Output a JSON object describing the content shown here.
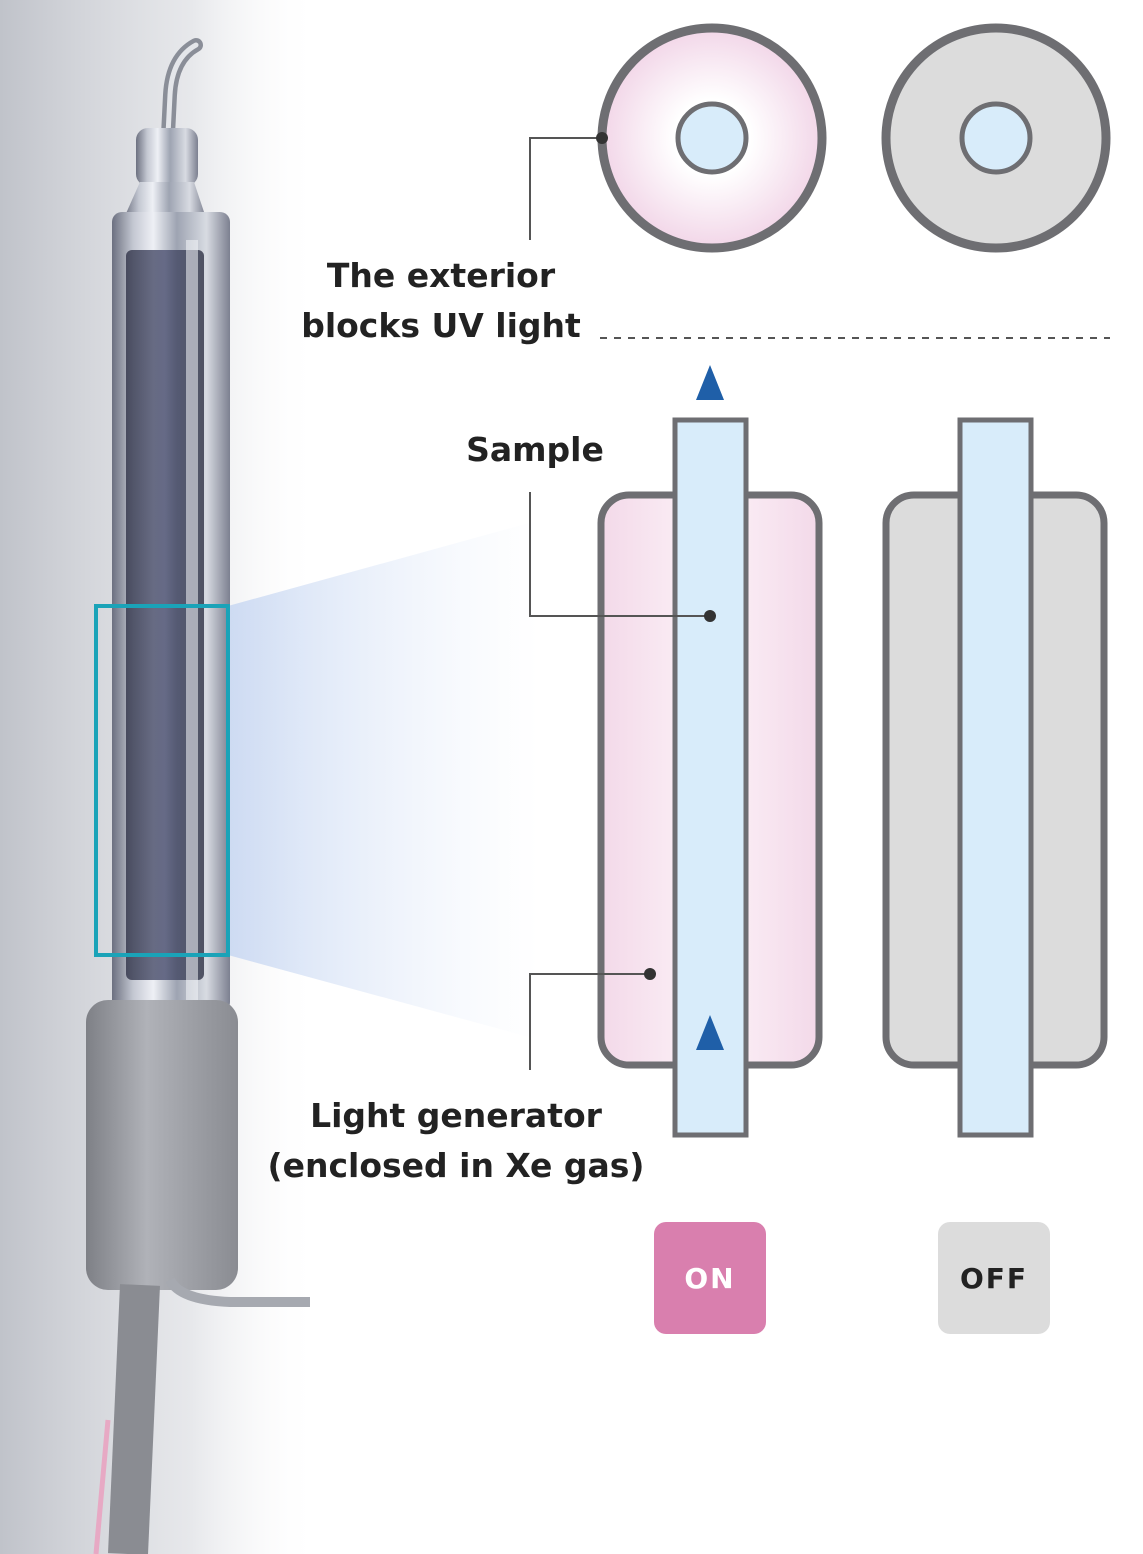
{
  "labels": {
    "exterior_line1": "The exterior",
    "exterior_line2": "blocks UV light",
    "sample": "Sample",
    "generator_line1": "Light generator",
    "generator_line2": "(enclosed in Xe gas)"
  },
  "states": {
    "on": "ON",
    "off": "OFF"
  },
  "colors": {
    "on_accent": "#d97fae",
    "off_fill": "#dcdcdc",
    "sample_blue": "#d8ecfa",
    "outline": "#6e6e72",
    "flow_arrow": "#1f5fa8",
    "highlight_box": "#1aa3b8"
  }
}
